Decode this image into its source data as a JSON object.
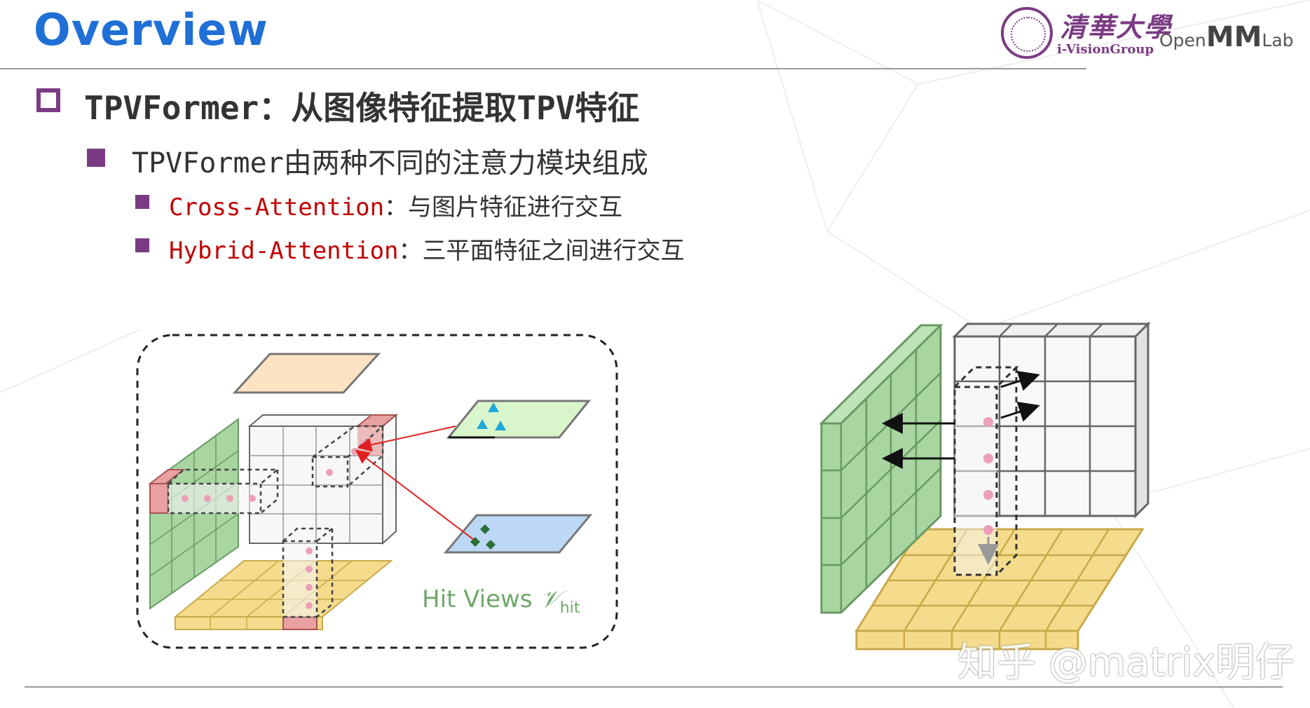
{
  "title": "Overview",
  "logo": {
    "university": "清華大學",
    "group": "i-VisionGroup",
    "openmmlab_prefix": "Open",
    "openmmlab_mm": "MM",
    "openmmlab_suffix": "Lab"
  },
  "heading": "TPVFormer：从图像特征提取TPV特征",
  "bullet_main": "TPVFormer由两种不同的注意力模块组成",
  "bullets": [
    {
      "term": "Cross-Attention",
      "desc": "：与图片特征进行交互"
    },
    {
      "term": "Hybrid-Attention",
      "desc": "：三平面特征之间进行交互"
    }
  ],
  "figure_label": "Hit Views ",
  "figure_label_math": "𝒱",
  "figure_label_sub": "hit",
  "watermark": "知乎 @matrix明仔",
  "colors": {
    "title_blue": "#1f6fd6",
    "accent_purple": "#7b3b84",
    "term_red": "#c00000",
    "green_plane": "#a8d5a0",
    "yellow_plane": "#f5dc8c",
    "red_cell": "#e8a0a0"
  }
}
